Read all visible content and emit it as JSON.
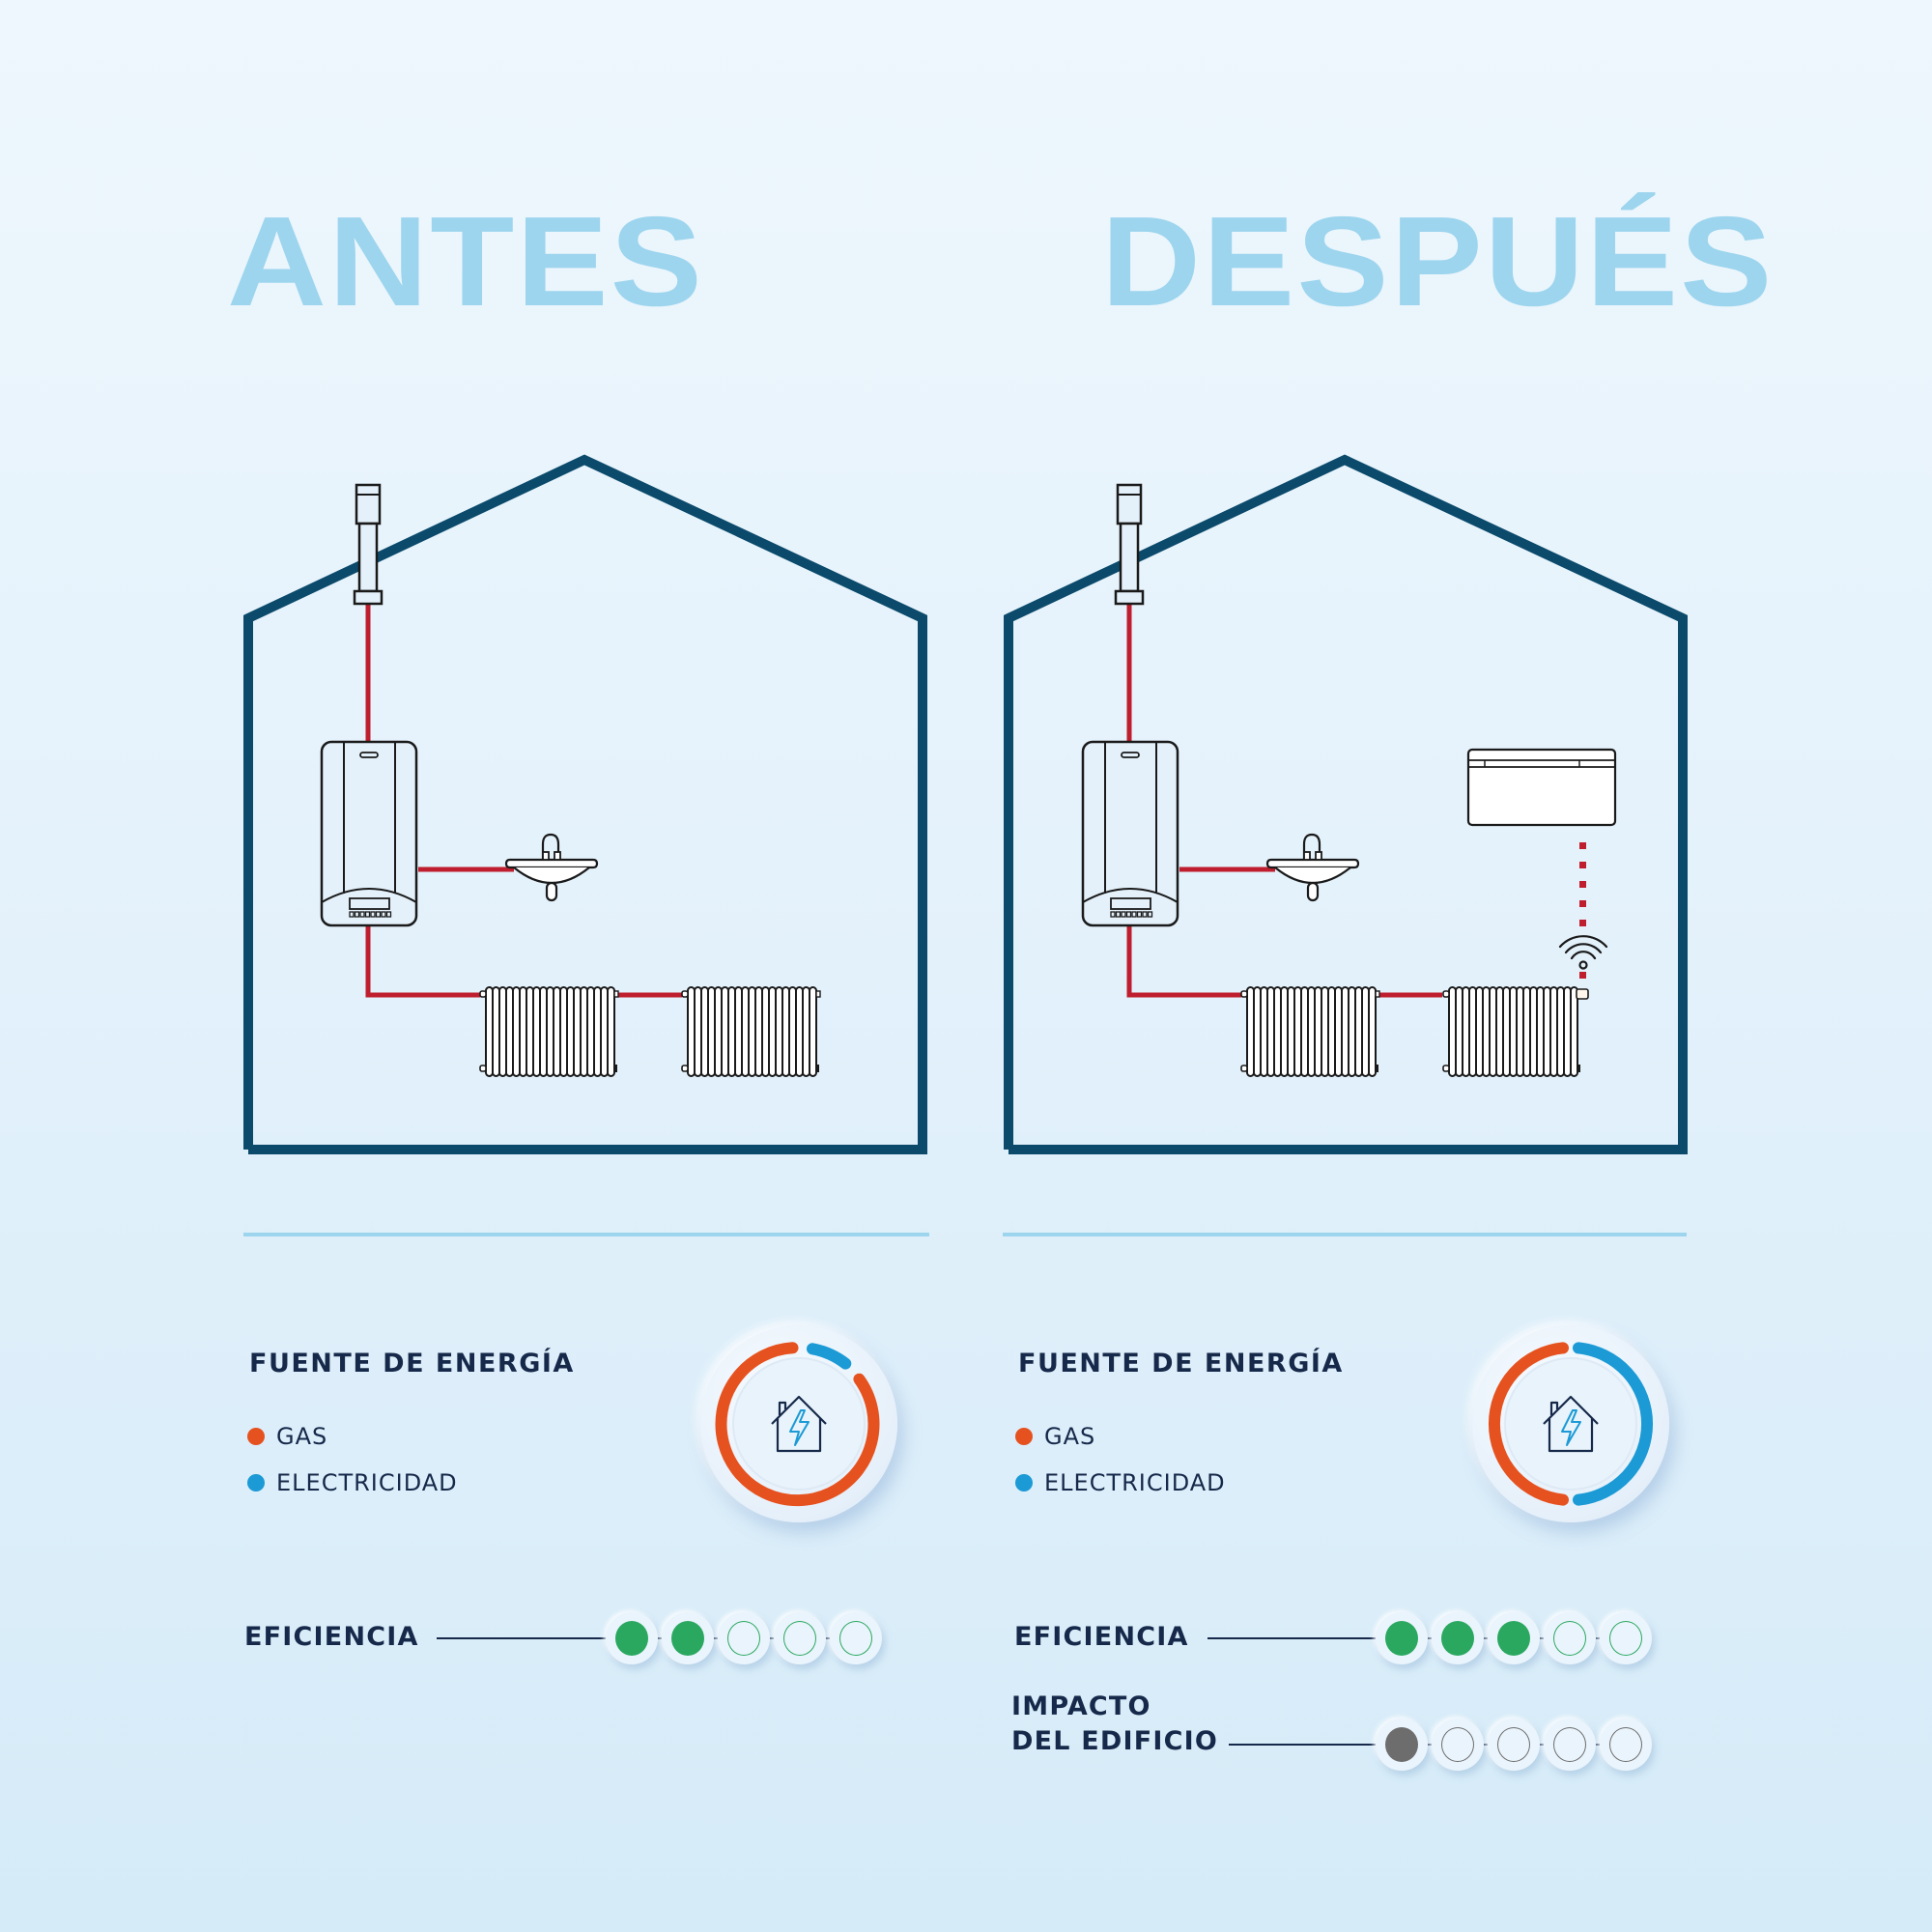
{
  "colors": {
    "title": "#9dd5ee",
    "house_outline": "#0b4a6b",
    "pipe": "#be1e2d",
    "text_dark": "#16294a",
    "gas": "#e6521f",
    "electricity": "#1b9ad6",
    "efficiency_on": "#2aa860",
    "impact_on": "#6d6d6d",
    "divider": "#9dd5ee"
  },
  "before": {
    "title": "ANTES",
    "energy_source": {
      "heading": "FUENTE DE ENERGÍA",
      "legend": [
        {
          "label": "GAS",
          "color": "#e6521f"
        },
        {
          "label": "ELECTRICIDAD",
          "color": "#1b9ad6"
        }
      ]
    },
    "ratings": [
      {
        "label": "EFICIENCIA",
        "filled": 2,
        "total": 5
      }
    ]
  },
  "after": {
    "title": "DESPUÉS",
    "energy_source": {
      "heading": "FUENTE DE ENERGÍA",
      "legend": [
        {
          "label": "GAS",
          "color": "#e6521f"
        },
        {
          "label": "ELECTRICIDAD",
          "color": "#1b9ad6"
        }
      ]
    },
    "ratings": [
      {
        "label": "EFICIENCIA",
        "filled": 3,
        "total": 5
      },
      {
        "label_line1": "IMPACTO",
        "label_line2": "DEL EDIFICIO",
        "filled": 1,
        "total": 5
      }
    ]
  },
  "chart_data": [
    {
      "type": "pie",
      "title": "FUENTE DE ENERGÍA (ANTES)",
      "categories": [
        "GAS",
        "ELECTRICIDAD"
      ],
      "values": [
        88,
        12
      ],
      "colors": [
        "#e6521f",
        "#1b9ad6"
      ]
    },
    {
      "type": "pie",
      "title": "FUENTE DE ENERGÍA (DESPUÉS)",
      "categories": [
        "GAS",
        "ELECTRICIDAD"
      ],
      "values": [
        50,
        50
      ],
      "colors": [
        "#e6521f",
        "#1b9ad6"
      ]
    }
  ]
}
